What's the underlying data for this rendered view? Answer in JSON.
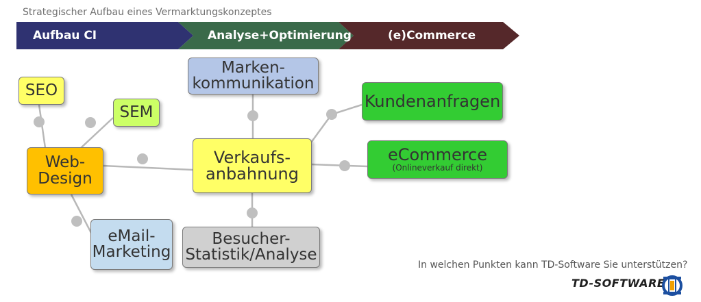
{
  "title": "Strategischer Aufbau eines Vermarktungskonzeptes",
  "phases": [
    {
      "label": "Aufbau CI",
      "color": "#2f3271"
    },
    {
      "label": "Analyse+Optimierung",
      "color": "#3a6a4a"
    },
    {
      "label": "(e)Commerce",
      "color": "#55282a"
    }
  ],
  "nodes": {
    "seo": {
      "label": "SEO",
      "color": "#ffff66"
    },
    "sem": {
      "label": "SEM",
      "color": "#ccff66"
    },
    "webdesign": {
      "line1": "Web-",
      "line2": "Design",
      "color": "#ffc000"
    },
    "email": {
      "line1": "eMail-",
      "line2": "Marketing",
      "color": "#c4dcef"
    },
    "marken": {
      "line1": "Marken-",
      "line2": "kommunikation",
      "color": "#b4c6e7"
    },
    "verkauf": {
      "line1": "Verkaufs-",
      "line2": "anbahnung",
      "color": "#ffff66"
    },
    "besucher": {
      "line1": "Besucher-",
      "line2": "Statistik/Analyse",
      "color": "#d0d0d0"
    },
    "kunden": {
      "label": "Kundenanfragen",
      "color": "#33cc33"
    },
    "ecommerce": {
      "label": "eCommerce",
      "sub": "(Onlineverkauf direkt)",
      "color": "#33cc33"
    }
  },
  "question": "In welchen Punkten kann TD-Software Sie unterstützen?",
  "logo": {
    "text": "TD-SOFTWARE"
  }
}
